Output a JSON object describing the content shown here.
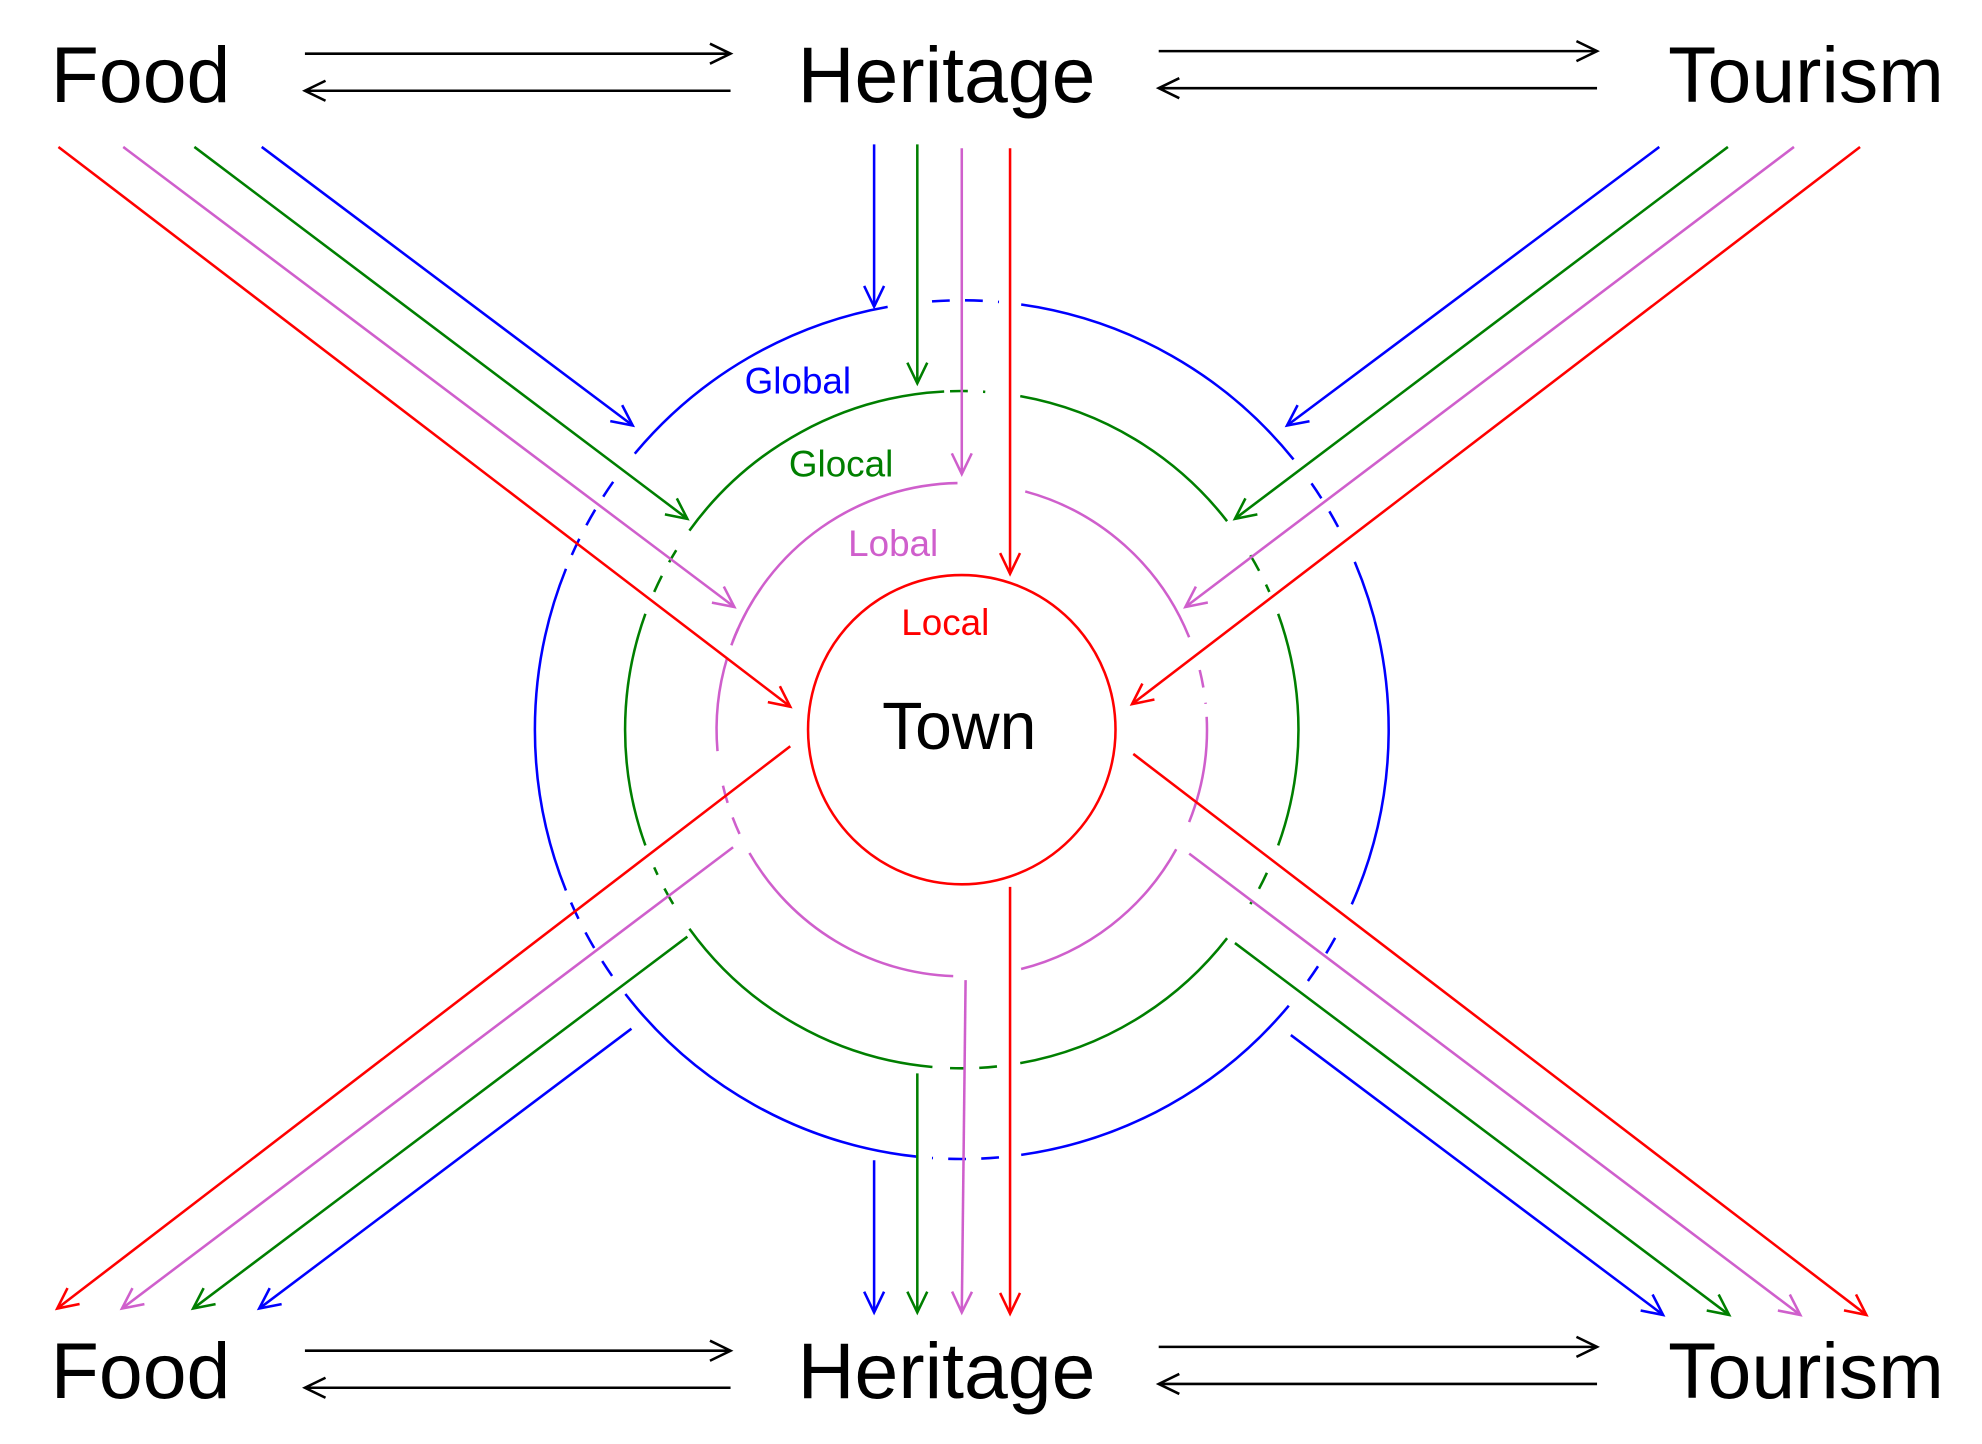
{
  "nodes": {
    "top": {
      "food": "Food",
      "heritage": "Heritage",
      "tourism": "Tourism"
    },
    "bottom": {
      "food": "Food",
      "heritage": "Heritage",
      "tourism": "Tourism"
    }
  },
  "center": "Town",
  "rings": {
    "global": "Global",
    "glocal": "Glocal",
    "lobal": "Lobal",
    "local": "Local"
  },
  "colors": {
    "global": "#0000ff",
    "glocal": "#007f00",
    "lobal": "#cf5fcc",
    "local": "#ff0000",
    "exchange": "#000000"
  }
}
